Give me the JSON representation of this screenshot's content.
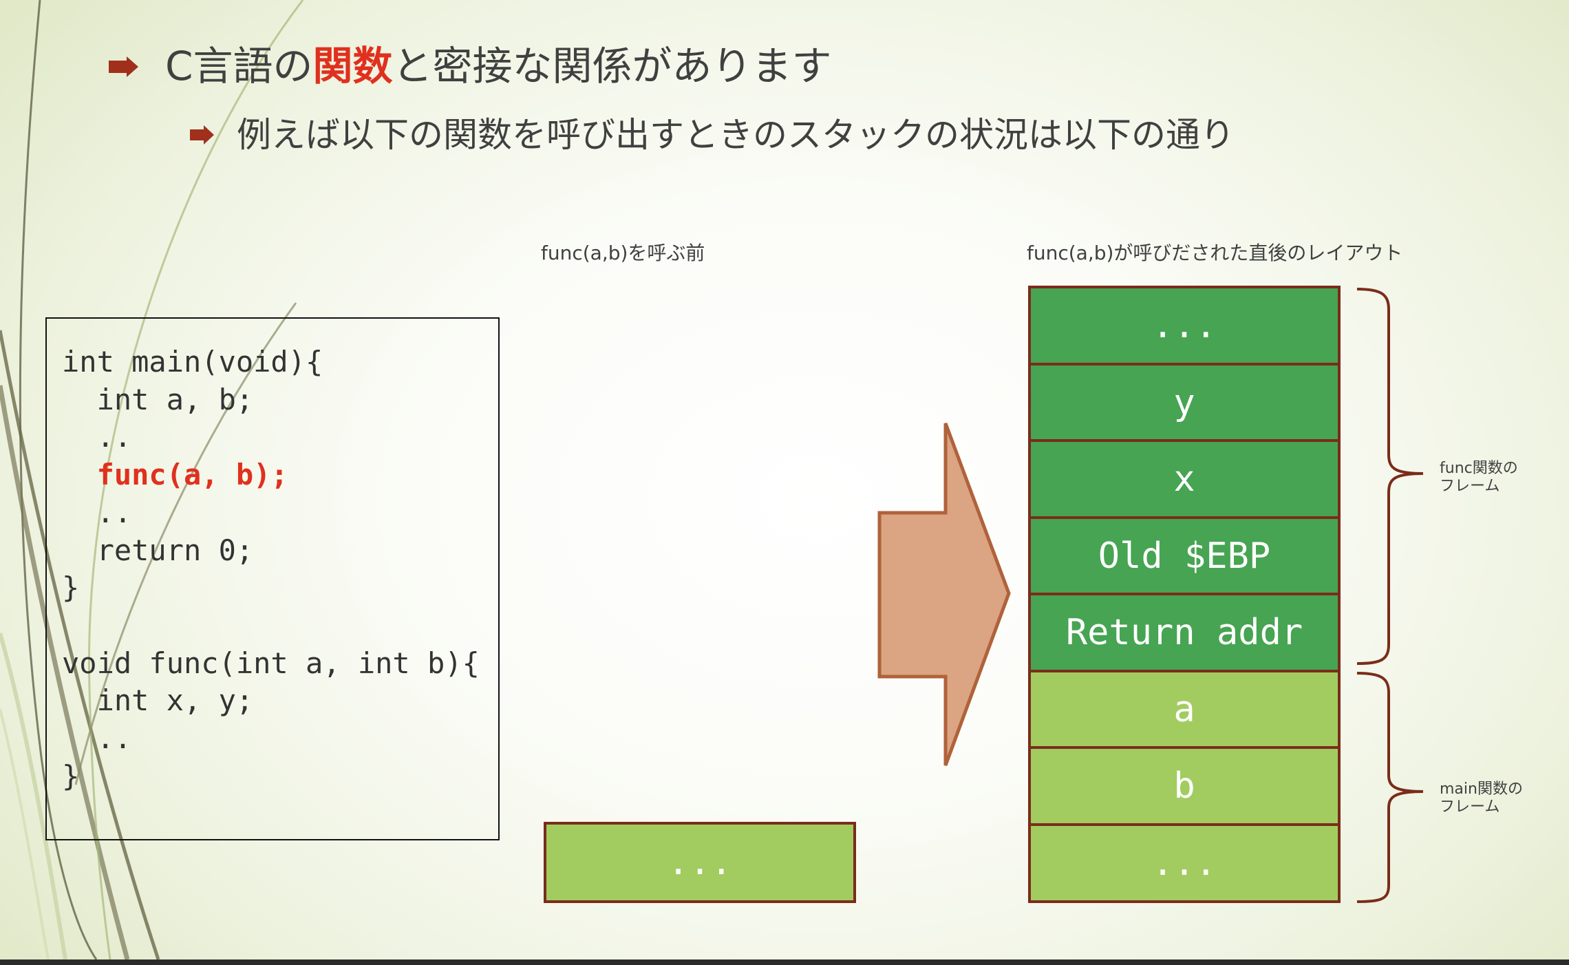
{
  "slide": {
    "bullet1": {
      "before": "C言語の",
      "highlight": "関数",
      "after": "と密接な関係があります"
    },
    "bullet2": "例えば以下の関数を呼び出すときのスタックの状況は以下の通り"
  },
  "code": {
    "lines": [
      "int main(void){",
      "  int a, b;",
      "  ..",
      "  func(a, b);",
      "  ..",
      "  return 0;",
      "}",
      "",
      "void func(int a, int b){",
      "  int x, y;",
      "  ..",
      "}"
    ],
    "highlighted_line": "  func(a, b);"
  },
  "stack_before": {
    "caption": "func(a,b)を呼ぶ前",
    "cells": [
      "..."
    ]
  },
  "stack_after": {
    "caption": "func(a,b)が呼びだされた直後のレイアウト",
    "cells": [
      {
        "text": "...",
        "frame": "func"
      },
      {
        "text": "y",
        "frame": "func"
      },
      {
        "text": "x",
        "frame": "func"
      },
      {
        "text": "Old $EBP",
        "frame": "func"
      },
      {
        "text": "Return addr",
        "frame": "func"
      },
      {
        "text": "a",
        "frame": "main"
      },
      {
        "text": "b",
        "frame": "main"
      },
      {
        "text": "...",
        "frame": "main"
      }
    ],
    "func_frame_label": "func関数の\nフレーム",
    "main_frame_label": "main関数の\nフレーム"
  },
  "colors": {
    "accent_red": "#e0301e",
    "bullet_arrow": "#a0301c",
    "func_frame_cell": "#46a452",
    "main_frame_cell": "#a2cc60",
    "cell_border": "#7a2c1a",
    "big_arrow_fill": "#dba483",
    "big_arrow_stroke": "#b0623a",
    "brace": "#7a2c1a"
  }
}
